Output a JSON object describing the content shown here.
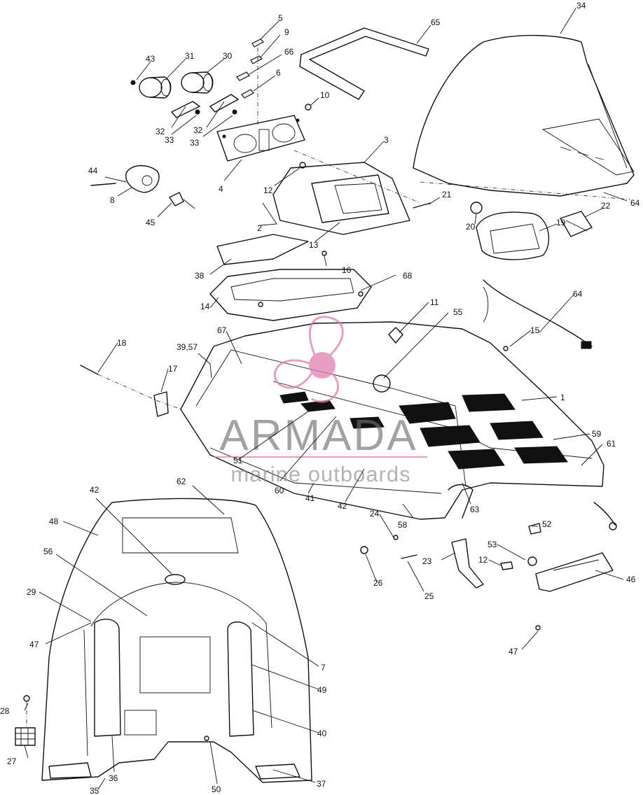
{
  "watermark": {
    "brand": "ARMADA",
    "tagline": "marine outboards",
    "logo_color": "#e07fb0"
  },
  "callouts": [
    {
      "id": "c5",
      "text": "5"
    },
    {
      "id": "c9",
      "text": "9"
    },
    {
      "id": "c65",
      "text": "65"
    },
    {
      "id": "c34",
      "text": "34"
    },
    {
      "id": "c43",
      "text": "43"
    },
    {
      "id": "c31",
      "text": "31"
    },
    {
      "id": "c30",
      "text": "30"
    },
    {
      "id": "c66",
      "text": "66"
    },
    {
      "id": "c6",
      "text": "6"
    },
    {
      "id": "c10",
      "text": "10"
    },
    {
      "id": "c32a",
      "text": "32"
    },
    {
      "id": "c32b",
      "text": "32"
    },
    {
      "id": "c33a",
      "text": "33"
    },
    {
      "id": "c33b",
      "text": "33"
    },
    {
      "id": "c3",
      "text": "3"
    },
    {
      "id": "c4",
      "text": "4"
    },
    {
      "id": "c44",
      "text": "44"
    },
    {
      "id": "c12a",
      "text": "12"
    },
    {
      "id": "c21",
      "text": "21"
    },
    {
      "id": "c22",
      "text": "22"
    },
    {
      "id": "c64a",
      "text": "64"
    },
    {
      "id": "c8",
      "text": "8"
    },
    {
      "id": "c45",
      "text": "45"
    },
    {
      "id": "c2",
      "text": "2"
    },
    {
      "id": "c20",
      "text": "20"
    },
    {
      "id": "c19",
      "text": "19"
    },
    {
      "id": "c13",
      "text": "13"
    },
    {
      "id": "c16",
      "text": "16"
    },
    {
      "id": "c38",
      "text": "38"
    },
    {
      "id": "c68",
      "text": "68"
    },
    {
      "id": "c14",
      "text": "14"
    },
    {
      "id": "c11",
      "text": "11"
    },
    {
      "id": "c55",
      "text": "55"
    },
    {
      "id": "c64b",
      "text": "64"
    },
    {
      "id": "c15",
      "text": "15"
    },
    {
      "id": "c18",
      "text": "18"
    },
    {
      "id": "c3957",
      "text": "39,57"
    },
    {
      "id": "c67",
      "text": "67"
    },
    {
      "id": "c17",
      "text": "17"
    },
    {
      "id": "c1",
      "text": "1"
    },
    {
      "id": "c59",
      "text": "59"
    },
    {
      "id": "c61",
      "text": "61"
    },
    {
      "id": "c51",
      "text": "51"
    },
    {
      "id": "c60",
      "text": "60"
    },
    {
      "id": "c41",
      "text": "41"
    },
    {
      "id": "c42a",
      "text": "42"
    },
    {
      "id": "c63",
      "text": "63"
    },
    {
      "id": "c42b",
      "text": "42"
    },
    {
      "id": "c62",
      "text": "62"
    },
    {
      "id": "c48",
      "text": "48"
    },
    {
      "id": "c24",
      "text": "24"
    },
    {
      "id": "c58",
      "text": "58"
    },
    {
      "id": "c52",
      "text": "52"
    },
    {
      "id": "c53",
      "text": "53"
    },
    {
      "id": "c56",
      "text": "56"
    },
    {
      "id": "c26",
      "text": "26"
    },
    {
      "id": "c23",
      "text": "23"
    },
    {
      "id": "c12b",
      "text": "12"
    },
    {
      "id": "c25",
      "text": "25"
    },
    {
      "id": "c46",
      "text": "46"
    },
    {
      "id": "c29",
      "text": "29"
    },
    {
      "id": "c47a",
      "text": "47"
    },
    {
      "id": "c7",
      "text": "7"
    },
    {
      "id": "c47b",
      "text": "47"
    },
    {
      "id": "c49",
      "text": "49"
    },
    {
      "id": "c28",
      "text": "28"
    },
    {
      "id": "c40",
      "text": "40"
    },
    {
      "id": "c27",
      "text": "27"
    },
    {
      "id": "c36",
      "text": "36"
    },
    {
      "id": "c37",
      "text": "37"
    },
    {
      "id": "c35",
      "text": "35"
    },
    {
      "id": "c50",
      "text": "50"
    }
  ]
}
